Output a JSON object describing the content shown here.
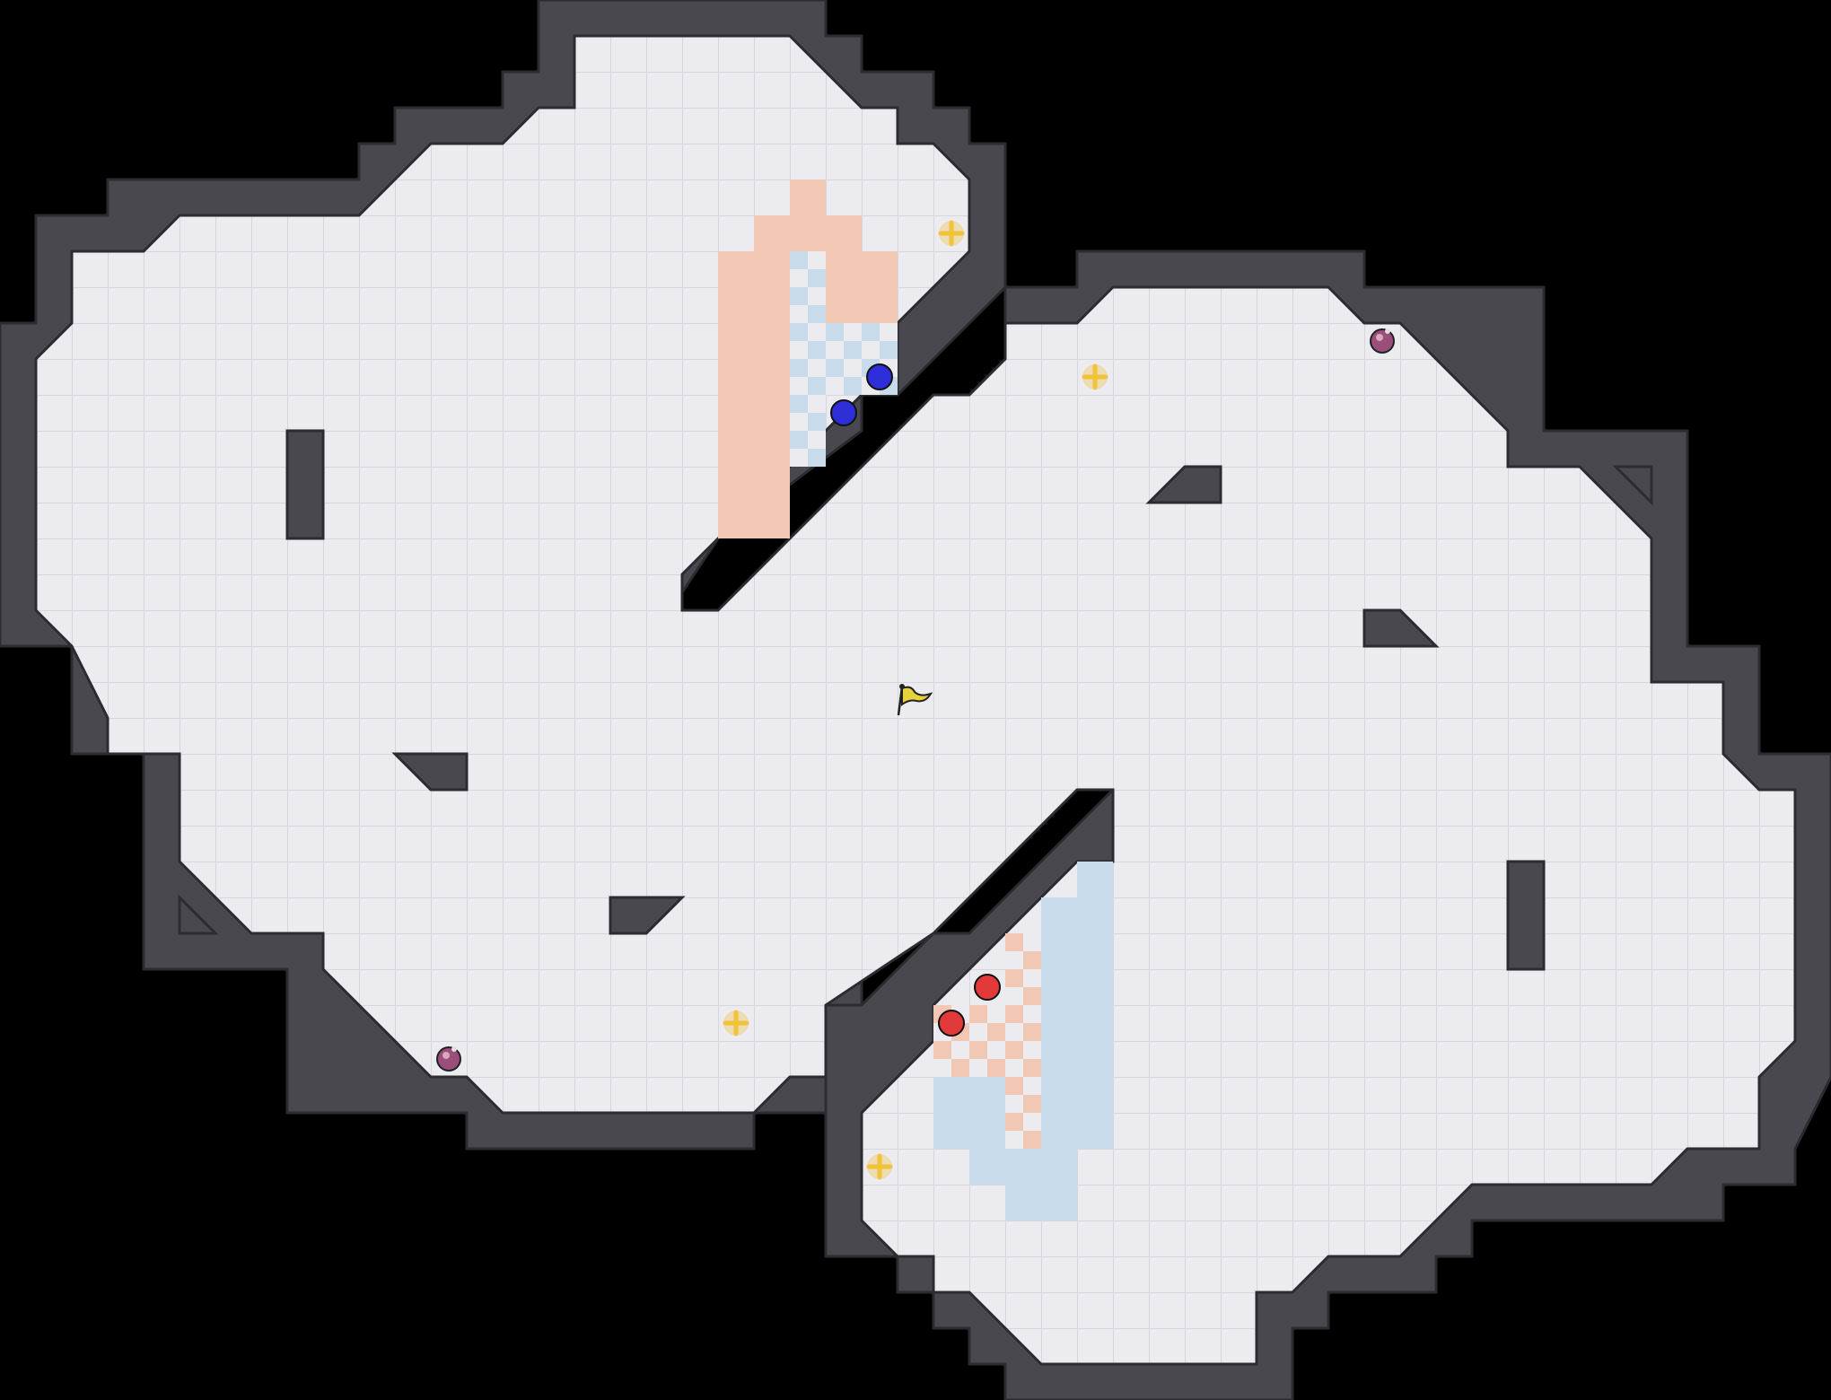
{
  "map": {
    "background": "#000000",
    "wall_color": "#48484e",
    "wall_edge": "#2c2c30",
    "floor_color": "#ececf0",
    "grid_color": "#d6d6dc",
    "red_team_color": "#e23a3a",
    "blue_team_color": "#2e2ed8",
    "red_zone_color": "#f2c7b4",
    "blue_zone_color": "#c8dbea"
  },
  "entities": {
    "flag": {
      "kind": "flag-icon",
      "color": "#e6d23a"
    },
    "blue_players": [
      {
        "kind": "ball"
      },
      {
        "kind": "ball"
      }
    ],
    "red_players": [
      {
        "kind": "ball"
      },
      {
        "kind": "ball"
      }
    ],
    "bombs": [
      {
        "kind": "bomb-icon",
        "color": "#9a4f7a"
      },
      {
        "kind": "bomb-icon",
        "color": "#9a4f7a"
      }
    ],
    "boosts": [
      {
        "kind": "boost-icon",
        "color": "#f2c33a"
      },
      {
        "kind": "boost-icon",
        "color": "#f2c33a"
      },
      {
        "kind": "boost-icon",
        "color": "#f2c33a"
      },
      {
        "kind": "boost-icon",
        "color": "#f2c33a"
      }
    ]
  }
}
